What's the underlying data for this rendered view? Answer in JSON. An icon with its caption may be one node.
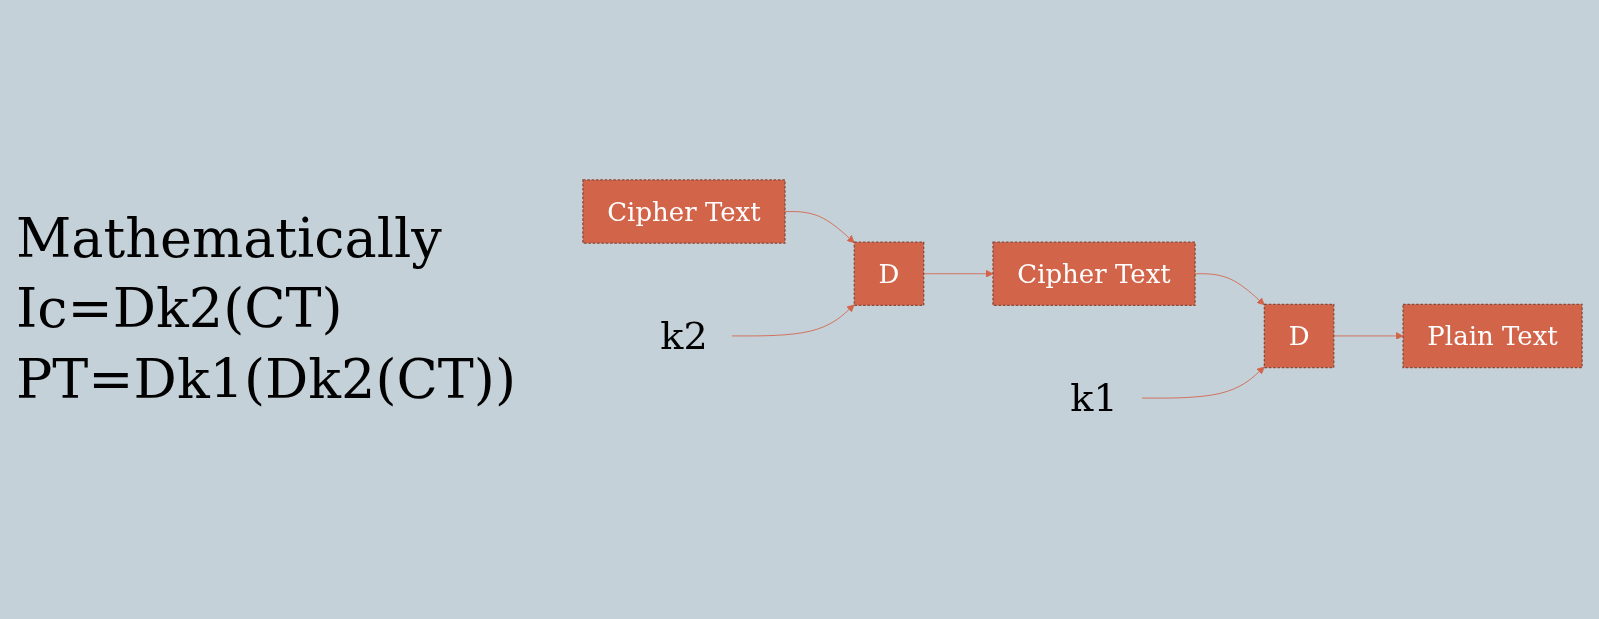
{
  "diagram": {
    "nodes": [
      {
        "text": [
          "Cipher Text"
        ]
      },
      {
        "text": [
          "D"
        ]
      },
      {
        "text": [
          "Cipher Text"
        ]
      },
      {
        "text": [
          "D"
        ]
      },
      {
        "text": [
          "Plain Text"
        ]
      },
      {
        "text": [
          "k2"
        ]
      },
      {
        "text": [
          "k1"
        ]
      }
    ],
    "edges": [
      {
        "from": 0,
        "to": 1,
        "arrow": "to"
      },
      {
        "from": 1,
        "to": 2,
        "arrow": "to"
      },
      {
        "from": 5,
        "to": 1,
        "arrow": "to"
      },
      {
        "from": 2,
        "to": 3,
        "arrow": "to"
      },
      {
        "from": 3,
        "to": 4,
        "arrow": "to"
      },
      {
        "from": 6,
        "to": 3,
        "arrow": "to"
      }
    ],
    "labels": [
      "Mathematically",
      "Ic=Dk2(CT)",
      "PT=Dk1(Dk2(CT))"
    ]
  }
}
